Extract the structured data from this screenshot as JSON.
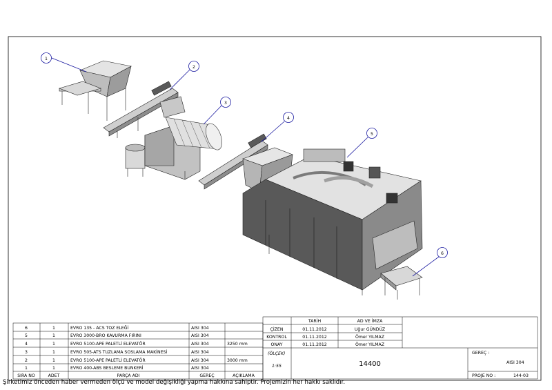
{
  "callouts": [
    "1",
    "2",
    "3",
    "4",
    "5",
    "6"
  ],
  "parts_table": {
    "rows": [
      {
        "sira": "6",
        "adet": "1",
        "parca": "EVRO 135 - ACS TOZ ELEĞİ",
        "gerec": "AISI 304",
        "aciklama": ""
      },
      {
        "sira": "5",
        "adet": "1",
        "parca": "EVRO 3000-BRO KAVURMA FIRINI",
        "gerec": "AISI 304",
        "aciklama": ""
      },
      {
        "sira": "4",
        "adet": "1",
        "parca": "EVRO 5100-APE PALETLİ ELEVATÖR",
        "gerec": "AISI 304",
        "aciklama": "3250 mm"
      },
      {
        "sira": "3",
        "adet": "1",
        "parca": "EVRO 505-ATS TUZLAMA SOSLAMA MAKİNESİ",
        "gerec": "AISI 304",
        "aciklama": ""
      },
      {
        "sira": "2",
        "adet": "1",
        "parca": "EVRO 5100-APE PALETLİ ELEVATÖR",
        "gerec": "AISI 304",
        "aciklama": "3000 mm"
      },
      {
        "sira": "1",
        "adet": "1",
        "parca": "EVRO 400-ABS BESLEME BUNKERİ",
        "gerec": "AISI 304",
        "aciklama": ""
      }
    ],
    "header": {
      "sira": "SIRA NO",
      "adet": "ADET",
      "parca": "PARÇA ADI",
      "gerec": "GEREÇ",
      "aciklama": "AÇIKLAMA"
    }
  },
  "title_block": {
    "tarih_label": "TARİH",
    "imza_label": "AD VE İMZA",
    "cizen_label": "ÇİZEN",
    "cizen_date": "01.11.2012",
    "cizen_name": "Uğur GÜNDÜZ",
    "kontrol_label": "KONTROL",
    "kontrol_date": "01.11.2012",
    "kontrol_name": "Ömer YILMAZ",
    "onay_label": "ONAY",
    "onay_date": "01.11.2012",
    "onay_name": "Ömer YILMAZ",
    "olcek_label": "(ÖLÇEK)",
    "olcek_value": "1:55",
    "drawing_no": "14400",
    "gerec_label": "GEREÇ :",
    "gerec_value": "AISI 304",
    "proje_label": "PROJE NO :",
    "proje_value": "144-03"
  },
  "footer_note": "Şirketimiz önceden haber vermeden ölçü ve model değişikliği yapma hakkına sahiptir. Projemizin her hakkı saklıdır.",
  "colors": {
    "line": "#000000",
    "machine_dark": "#3a3a3a",
    "machine_mid": "#8a8a8a",
    "machine_light": "#d6d6d6",
    "callout": "#1a1aa0"
  }
}
